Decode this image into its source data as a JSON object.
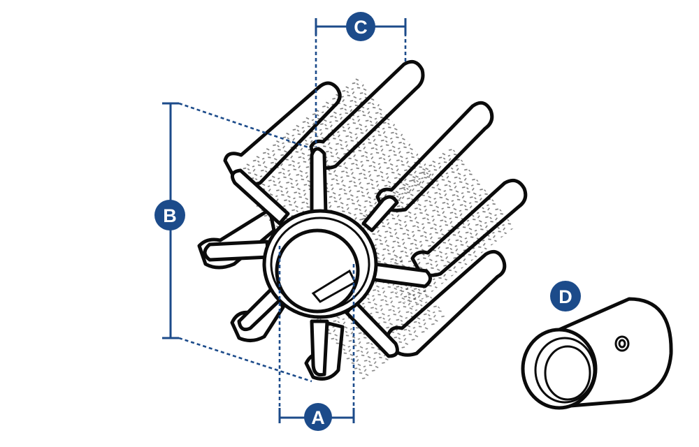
{
  "labels": {
    "a": "A",
    "b": "B",
    "c": "C",
    "d": "D"
  },
  "colors": {
    "accent": "#1c4b8a",
    "ink": "#0b0b0b",
    "background": "#ffffff"
  }
}
